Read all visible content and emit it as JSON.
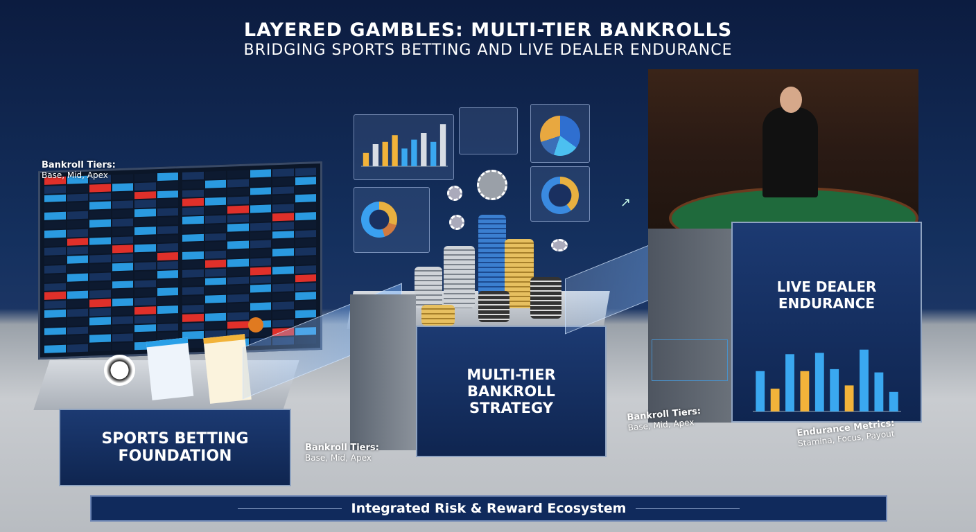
{
  "title": "Layered Gambles: Multi-Tier Bankrolls",
  "subtitle": "Bridging Sports Betting and Live Dealer Endurance",
  "labels": {
    "tiers_heading": "Bankroll Tiers:",
    "tiers_values": "Base, Mid, Apex",
    "metrics_heading": "Endurance Metrics:",
    "metrics_values": "Stamina, Focus, Payout"
  },
  "blocks": {
    "sports": {
      "line1": "Sports Betting",
      "line2": "Foundation"
    },
    "strategy": {
      "line1": "Multi-Tier",
      "line2": "Bankroll",
      "line3": "Strategy"
    },
    "dealer": {
      "line1": "Live Dealer",
      "line2": "Endurance"
    }
  },
  "banner": "Integrated Risk & Reward Ecosystem",
  "colors": {
    "navy": "#102a5c",
    "accent_blue": "#3aa0f0",
    "gold": "#f2b33a",
    "red": "#e0302a"
  },
  "dealer_chart": {
    "bar_levels": [
      0.62,
      0.35,
      0.88,
      0.62,
      0.9,
      0.65,
      0.4,
      0.95,
      0.6,
      0.3
    ],
    "bar_colors": [
      "blue",
      "gold",
      "blue",
      "gold",
      "blue",
      "blue",
      "gold",
      "blue",
      "blue",
      "blue"
    ]
  },
  "risk_chart": {
    "bar_levels": [
      0.3,
      0.5,
      0.55,
      0.7,
      0.4,
      0.6,
      0.75,
      0.55,
      0.95
    ],
    "bar_colors": [
      "gold",
      "silver",
      "gold",
      "gold",
      "blue",
      "blue",
      "silver",
      "blue",
      "silver"
    ]
  },
  "icons": [
    "soccer-ball-icon",
    "basketball-icon",
    "poker-chip-icon",
    "arrow-icon"
  ]
}
